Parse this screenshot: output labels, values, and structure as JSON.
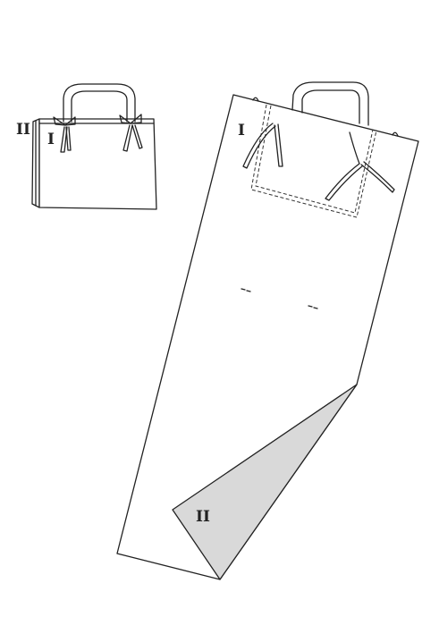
{
  "labels": {
    "small_bag_side": "II",
    "small_bag_front": "I",
    "large_front": "I",
    "large_fold": "II"
  },
  "colors": {
    "stroke": "#222222",
    "fold_fill": "#d9d9d9",
    "background": "#ffffff"
  }
}
